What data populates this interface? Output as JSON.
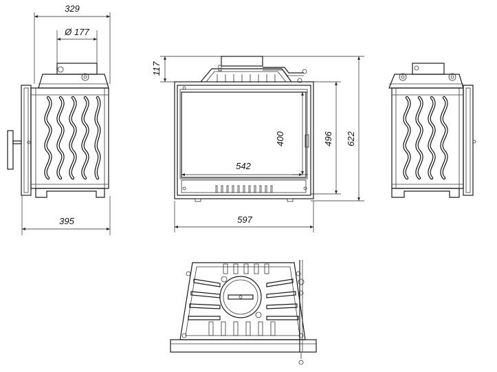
{
  "dimensions": {
    "side_top_width": "329",
    "flue_diameter": "Ø 177",
    "side_depth": "395",
    "front_top_height": "117",
    "front_width": "597",
    "inner_width": "542",
    "glass_height": "400",
    "front_frame_height": "496",
    "total_height": "622"
  }
}
